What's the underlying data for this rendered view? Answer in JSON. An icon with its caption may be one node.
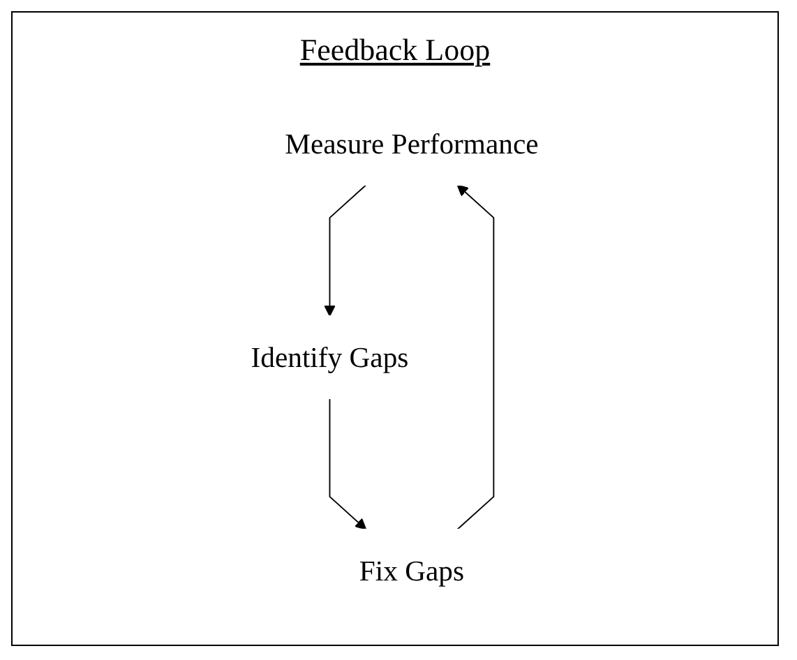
{
  "diagram": {
    "title": "Feedback Loop",
    "nodes": [
      {
        "text": [
          "Measure Performance"
        ]
      },
      {
        "text": [
          "Identify Gaps"
        ]
      },
      {
        "text": [
          "Fix Gaps"
        ]
      }
    ],
    "edges": [
      {
        "from": 0,
        "to": 1,
        "arrow": "to"
      },
      {
        "from": 1,
        "to": 2,
        "arrow": "to"
      },
      {
        "from": 2,
        "to": 0,
        "arrow": "to"
      }
    ]
  }
}
